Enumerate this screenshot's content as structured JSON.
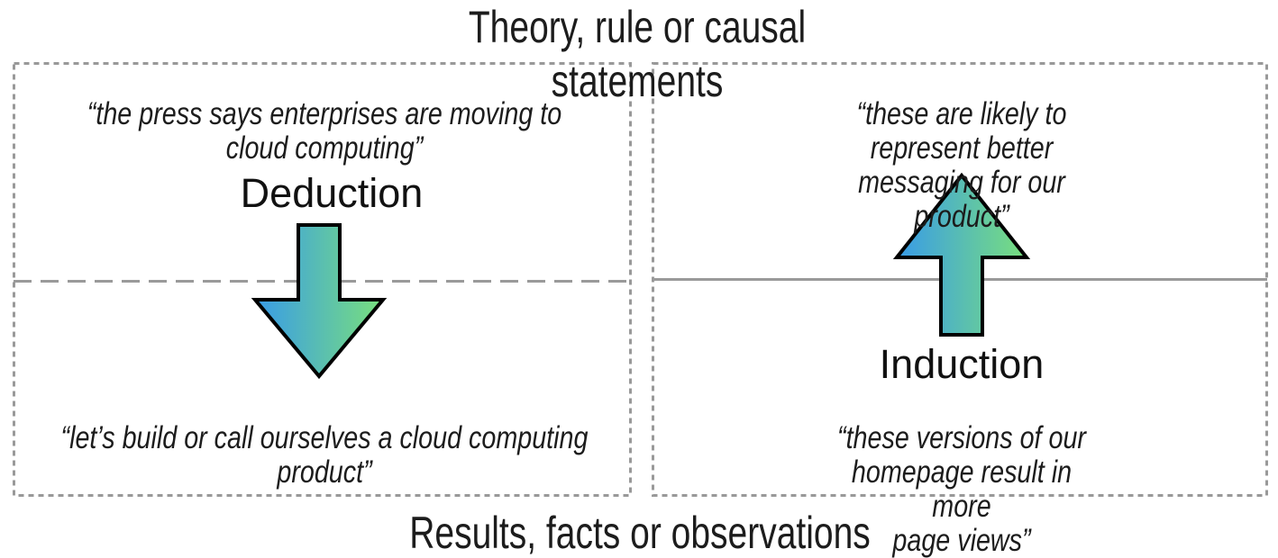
{
  "top_label": "Theory, rule or causal statements",
  "bottom_label": "Results, facts or observations",
  "left_panel": {
    "top_quote": "“the press says enterprises are moving to\ncloud computing”",
    "process_label": "Deduction",
    "arrow_icon": "down-arrow-icon",
    "arrow_direction": "down",
    "bottom_quote": "“let’s build or call ourselves a cloud computing\nproduct”"
  },
  "right_panel": {
    "top_quote": "“these are likely to represent better\nmessaging for our product”",
    "process_label": "Induction",
    "arrow_icon": "up-arrow-icon",
    "arrow_direction": "up",
    "bottom_quote": "“these versions of our homepage result in more\npage views”"
  },
  "colors": {
    "arrow_gradient_start": "#389BE8",
    "arrow_gradient_end": "#79DF7D",
    "arrow_outline": "#000000",
    "box_border": "#999999",
    "divider": "#9a9a9a",
    "text": "#1c1c1c"
  }
}
